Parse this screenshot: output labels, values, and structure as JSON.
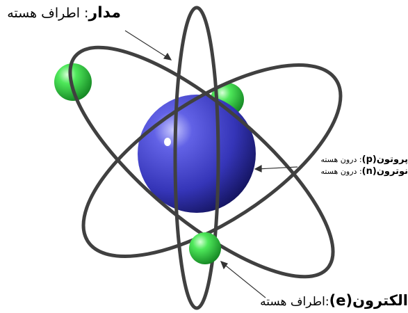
{
  "labels": {
    "orbit": {
      "term": "مدار",
      "desc": ": اطراف هسته"
    },
    "proton": {
      "term": "پروتون(p)",
      "desc": ": درون هسته"
    },
    "neutron": {
      "term": "نوترون(n)",
      "desc": ": درون هسته"
    },
    "electron": {
      "term": "الکترون(e)",
      "desc": ":اطراف هسته"
    }
  },
  "colors": {
    "nucleus": "#3838c8",
    "electron": "#22c83a",
    "orbit": "#404040"
  }
}
